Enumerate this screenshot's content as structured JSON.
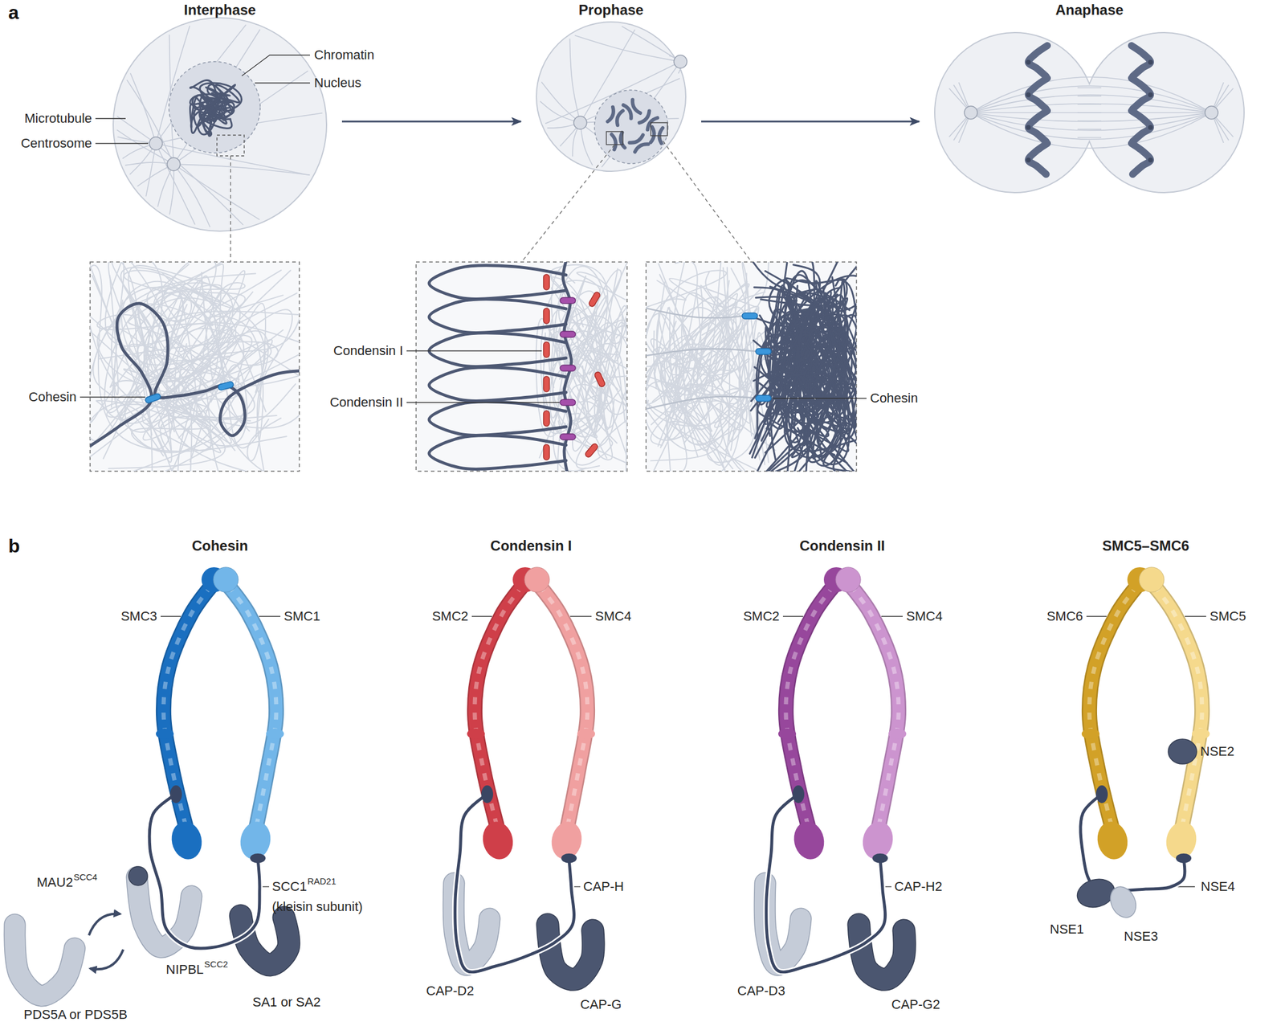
{
  "diagram": {
    "nodes": [
      {
        "text": [
          "Interphase"
        ]
      },
      {
        "text": [
          "Prophase"
        ]
      },
      {
        "text": [
          "Anaphase"
        ]
      },
      {
        "text": [
          "Cohesin"
        ]
      },
      {
        "text": [
          "Condensin I"
        ]
      },
      {
        "text": [
          "Condensin II"
        ]
      },
      {
        "text": [
          "SMC5–SMC6"
        ]
      }
    ],
    "edges": [
      {
        "from": 0,
        "to": 1,
        "arrow": "to"
      },
      {
        "from": 1,
        "to": 2,
        "arrow": "to"
      }
    ],
    "labels": [
      "a",
      "Chromatin",
      "Nucleus",
      "Microtubule",
      "Centrosome",
      "Cohesin",
      "Condensin I",
      "Condensin II",
      "Cohesin",
      "b",
      "SMC3",
      "SMC1",
      "MAU2",
      "SCC4",
      "SCC1",
      "RAD21",
      "(kleisin subunit)",
      "NIPBL",
      "SCC2",
      "SA1 or SA2",
      "PDS5A or PDS5B",
      "SMC2",
      "SMC4",
      "CAP-H",
      "CAP-D2",
      "CAP-G",
      "SMC2",
      "SMC4",
      "CAP-H2",
      "CAP-D3",
      "CAP-G2",
      "SMC6",
      "SMC5",
      "NSE2",
      "NSE4",
      "NSE1",
      "NSE3"
    ]
  }
}
